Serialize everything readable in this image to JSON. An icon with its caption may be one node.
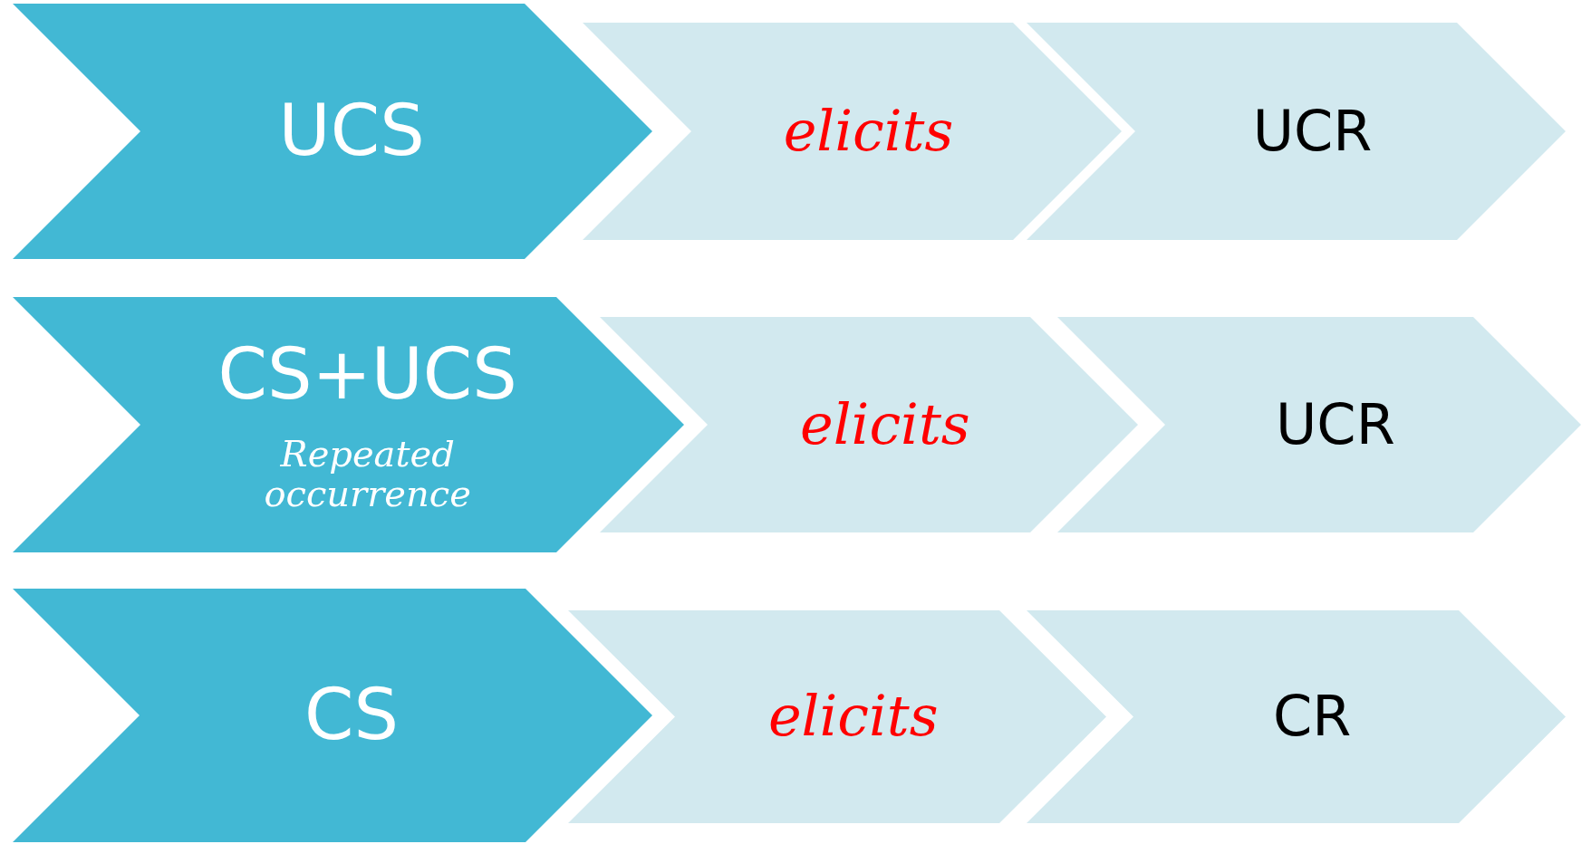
{
  "diagram": {
    "nodes": [
      {
        "text": [
          "UCS"
        ]
      },
      {
        "text": [
          "elicits"
        ]
      },
      {
        "text": [
          "UCR"
        ]
      },
      {
        "text": [
          "CS+UCS",
          "Repeated occurrence"
        ]
      },
      {
        "text": [
          "elicits"
        ]
      },
      {
        "text": [
          "UCR"
        ]
      },
      {
        "text": [
          "CS"
        ]
      },
      {
        "text": [
          "elicits"
        ]
      },
      {
        "text": [
          "CR"
        ]
      }
    ]
  }
}
